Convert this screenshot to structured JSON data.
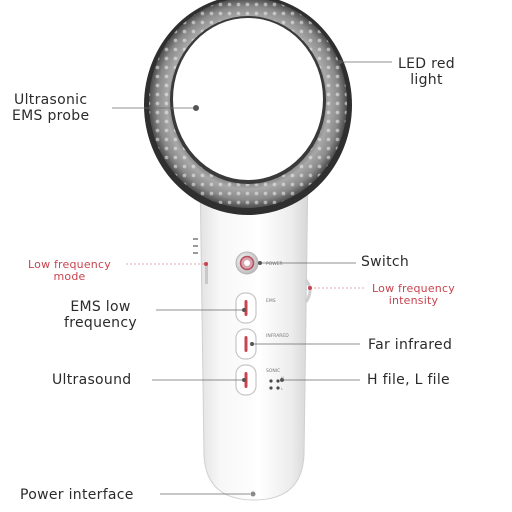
{
  "labels": {
    "led_red_light": [
      "LED red",
      "light"
    ],
    "ultrasonic_ems_probe": [
      "Ultrasonic",
      "EMS probe"
    ],
    "switch": "Switch",
    "low_frequency_mode": [
      "Low frequency",
      "mode"
    ],
    "low_frequency_intensity": [
      "Low frequency",
      "intensity"
    ],
    "ems_low_frequency": [
      "EMS low",
      "frequency"
    ],
    "far_infrared": "Far infrared",
    "ultrasound": "Ultrasound",
    "h_file_l_file": "H file, L file",
    "power_interface": "Power interface"
  },
  "device_markings": {
    "power": "POWER",
    "ems": "EMS",
    "infrared": "INFRARED",
    "sonic": "SONIC",
    "level_h": "H",
    "level_l": "L"
  },
  "colors": {
    "label_text": "#2b2b2b",
    "accent_red": "#c8454f",
    "device_body": "#f3f3f3",
    "ring_metal": "#8e8e8e",
    "leader_line": "#6a6a6a"
  }
}
